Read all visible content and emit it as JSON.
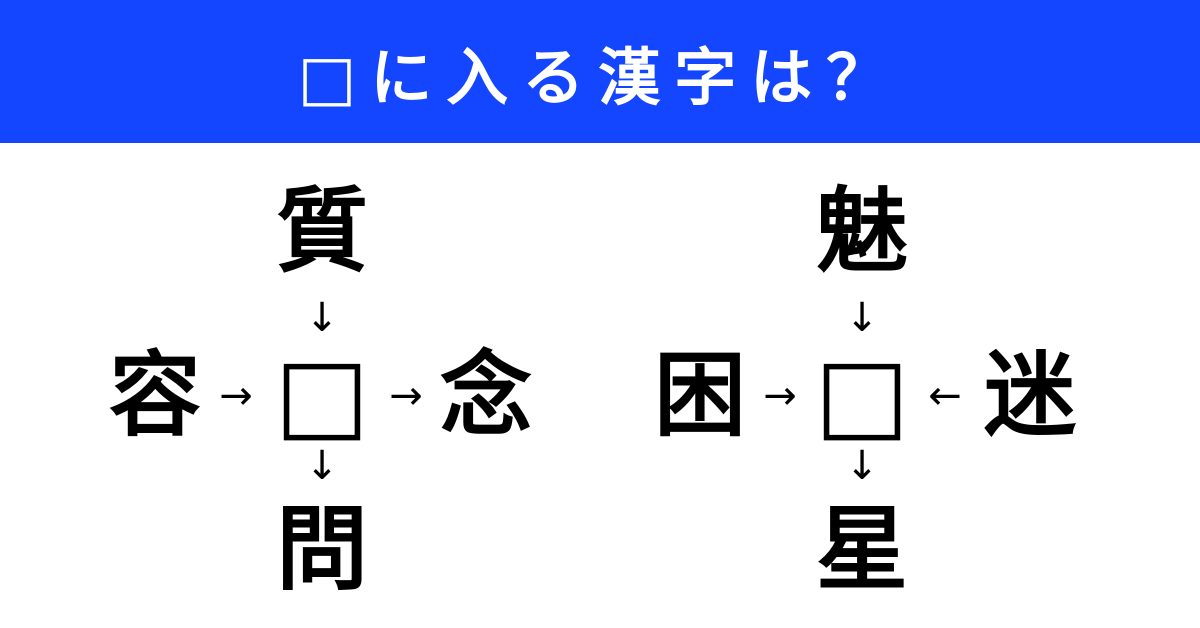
{
  "header": {
    "title": "□に入る漢字は？",
    "background": "#1446ff"
  },
  "puzzles": [
    {
      "top": "質",
      "left": "容",
      "right": "念",
      "bottom": "問",
      "blank": "□",
      "arrow_top": "↓",
      "arrow_left": "→",
      "arrow_right": "→",
      "arrow_bottom": "↓"
    },
    {
      "top": "魅",
      "left": "困",
      "right": "迷",
      "bottom": "星",
      "blank": "□",
      "arrow_top": "↓",
      "arrow_left": "→",
      "arrow_right": "←",
      "arrow_bottom": "↓"
    }
  ]
}
